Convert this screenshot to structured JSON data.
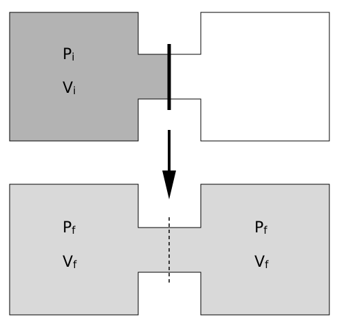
{
  "colors": {
    "initial_fill": "#b3b3b3",
    "final_fill": "#d9d9d9",
    "empty_fill": "#ffffff",
    "stroke": "#000000"
  },
  "initial": {
    "pressure": {
      "base": "P",
      "sub": "i"
    },
    "volume": {
      "base": "V",
      "sub": "i"
    }
  },
  "final_left": {
    "pressure": {
      "base": "P",
      "sub": "f"
    },
    "volume": {
      "base": "V",
      "sub": "f"
    }
  },
  "final_right": {
    "pressure": {
      "base": "P",
      "sub": "f"
    },
    "volume": {
      "base": "V",
      "sub": "f"
    }
  }
}
